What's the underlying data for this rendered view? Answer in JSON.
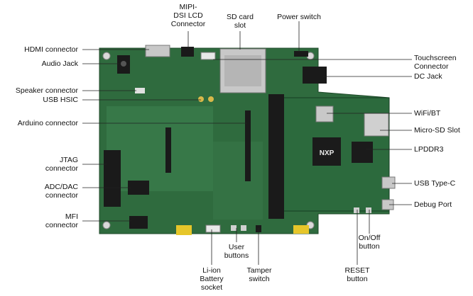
{
  "figure": {
    "board_colors": {
      "pcb": "#2f6b3e",
      "pcb_light": "#3e8450",
      "som": "#2c6a3d",
      "chip": "#1b1b1b",
      "metal": "#c8c8c8",
      "header": "#1a1a1a",
      "gold": "#d8b84a",
      "tape": "#e6c62a"
    },
    "brand_logo": "NXP",
    "labels": {
      "hdmi": "HDMI connector",
      "audio": "Audio Jack",
      "speaker": "Speaker connector",
      "usb_hsic": "USB HSIC",
      "arduino": "Arduino connector",
      "jtag": "JTAG\nconnector",
      "adc_dac": "ADC/DAC\nconnector",
      "mfi": "MFI\nconnector",
      "mipi": "MIPI-\nDSI LCD\nConnector",
      "sd_card": "SD card\nslot",
      "power_switch": "Power switch",
      "touchscreen": "Touchscreen\nConnector",
      "dc_jack": "DC Jack",
      "wifi_bt": "WiFi/BT",
      "micro_sd": "Micro-SD Slot",
      "lpddr3": "LPDDR3",
      "usb_type_c": "USB Type-C",
      "debug_port": "Debug Port",
      "on_off": "On/Off\nbutton",
      "reset": "RESET\nbutton",
      "user_buttons": "User\nbuttons",
      "tamper": "Tamper\nswitch",
      "battery": "Li-ion\nBattery\nsocket"
    }
  }
}
